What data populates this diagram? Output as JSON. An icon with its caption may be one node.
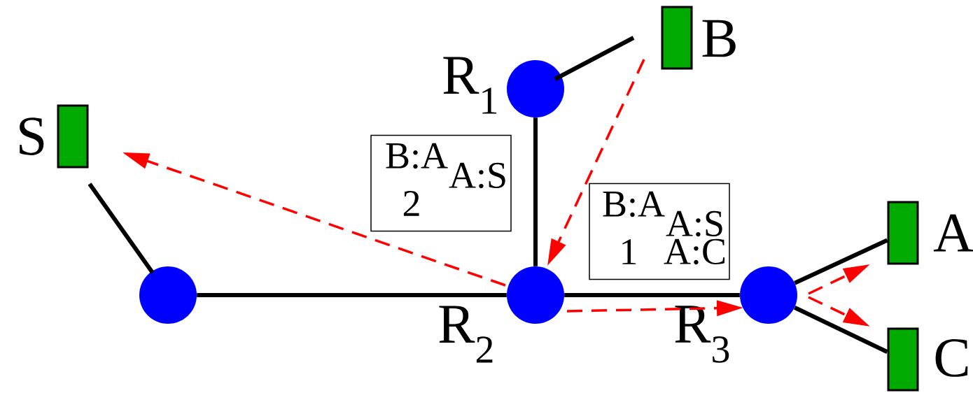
{
  "diagram": {
    "nodes": [
      {
        "text": [
          "S"
        ]
      },
      {
        "text": [
          "R$_{1}$"
        ]
      },
      {
        "text": [
          "B"
        ]
      },
      {
        "text": [],
        "shape": "circle"
      },
      {
        "text": [
          "R$_{2}$"
        ]
      },
      {
        "text": [
          "R$_{3}$"
        ]
      },
      {
        "text": [
          "A"
        ]
      },
      {
        "text": [
          "C"
        ]
      },
      {
        "text": [
          "B:A",
          "A:S",
          "2"
        ]
      },
      {
        "text": [
          "B:A",
          "A:S",
          "1",
          "A:C"
        ]
      }
    ],
    "edges": [
      {
        "from": 0,
        "to": 3,
        "arrow": "none"
      },
      {
        "from": 3,
        "to": 4,
        "arrow": "none"
      },
      {
        "from": 4,
        "to": 1,
        "arrow": "none"
      },
      {
        "from": 1,
        "to": 2,
        "arrow": "none"
      },
      {
        "from": 4,
        "to": 5,
        "arrow": "none"
      },
      {
        "from": 5,
        "to": 6,
        "arrow": "none"
      },
      {
        "from": 5,
        "to": 7,
        "arrow": "none"
      },
      {
        "from": 4,
        "to": 0,
        "arrow": "to",
        "style": "dashed",
        "color": "#ff0000"
      },
      {
        "from": 2,
        "to": 4,
        "arrow": "to",
        "style": "dashed",
        "color": "#ff0000"
      },
      {
        "from": 4,
        "to": 5,
        "arrow": "to",
        "style": "dashed",
        "color": "#ff0000"
      },
      {
        "from": 5,
        "to": 6,
        "arrow": "to",
        "style": "dashed",
        "color": "#ff0000"
      },
      {
        "from": 5,
        "to": 7,
        "arrow": "to",
        "style": "dashed",
        "color": "#ff0000"
      }
    ]
  }
}
